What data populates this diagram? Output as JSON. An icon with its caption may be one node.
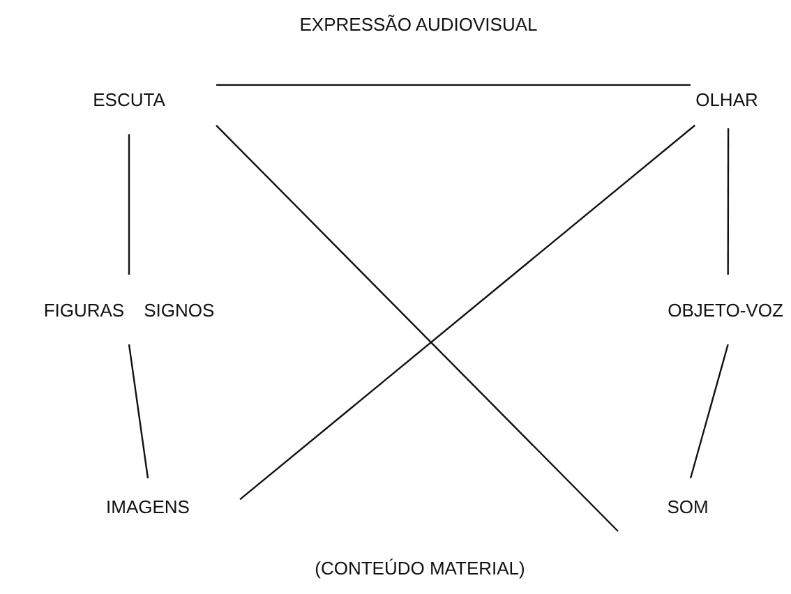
{
  "diagram": {
    "title": "EXPRESSÃO AUDIOVISUAL",
    "caption": "(CONTEÚDO MATERIAL)",
    "nodes": [
      {
        "text": [
          "ESCUTA"
        ]
      },
      {
        "text": [
          "OLHAR"
        ]
      },
      {
        "text": [
          "FIGURAS",
          "SIGNOS"
        ]
      },
      {
        "text": [
          "OBJETO-VOZ"
        ]
      },
      {
        "text": [
          "IMAGENS"
        ]
      },
      {
        "text": [
          "SOM"
        ]
      }
    ],
    "edges": [
      {
        "from": 0,
        "to": 1,
        "arrow": "none"
      },
      {
        "from": 0,
        "to": 5,
        "arrow": "none"
      },
      {
        "from": 4,
        "to": 1,
        "arrow": "none"
      },
      {
        "from": 0,
        "to": 2,
        "arrow": "none"
      },
      {
        "from": 2,
        "to": 4,
        "arrow": "none"
      },
      {
        "from": 1,
        "to": 3,
        "arrow": "none"
      },
      {
        "from": 3,
        "to": 5,
        "arrow": "none"
      }
    ]
  }
}
